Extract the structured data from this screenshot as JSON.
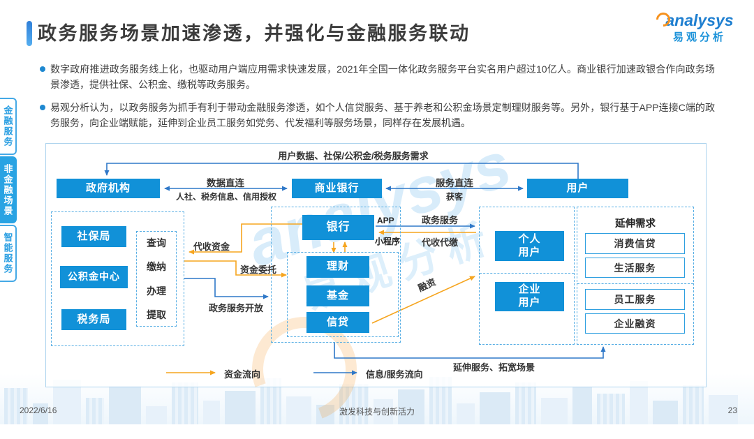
{
  "sidebar": {
    "tabs": [
      {
        "label": "金融服务",
        "active": false
      },
      {
        "label": "非金融场景",
        "active": true
      },
      {
        "label": "智能服务",
        "active": false
      }
    ]
  },
  "header": {
    "title": "政务服务场景加速渗透，并强化与金融服务联动",
    "logo_en": "analysys",
    "logo_cn": "易观分析"
  },
  "bullets": {
    "b1": "数字政府推进政务服务线上化，也驱动用户端应用需求快速发展，2021年全国一体化政务服务平台实名用户超过10亿人。商业银行加速政银合作向政务场景渗透，提供社保、公积金、缴税等政务服务。",
    "b2": "易观分析认为，以政务服务为抓手有利于带动金融服务渗透，如个人信贷服务、基于养老和公积金场景定制理财服务等。另外，银行基于APP连接C端的政务服务，向企业端赋能，延伸到企业员工服务如党务、代发福利等服务场景，同样存在发展机遇。"
  },
  "diagram": {
    "top_flow": "用户数据、社保/公积金/税务服务需求",
    "gov": "政府机构",
    "commercial_bank": "商业银行",
    "user": "用户",
    "gov_bank_link_top": "数据直连",
    "gov_bank_link_bottom": "人社、税务信息、信用授权",
    "bank_user_link_top": "服务直连",
    "bank_user_link_bottom": "获客",
    "gov_group": {
      "social_security": "社保局",
      "provident_fund": "公积金中心",
      "tax": "税务局",
      "actions": [
        "查询",
        "缴纳",
        "办理",
        "提取"
      ]
    },
    "bank_group": {
      "bank": "银行",
      "app": "APP",
      "mini_program": "小程序",
      "wealth": "理财",
      "fund": "基金",
      "credit": "信贷"
    },
    "edge_labels": {
      "collect_funds": "代收资金",
      "fund_entrust": "资金委托",
      "gov_service_open": "政务服务开放",
      "gov_service": "政务服务",
      "collect_and_pay": "代收代缴",
      "financing": "融资",
      "extend_service": "延伸服务、拓宽场景"
    },
    "user_group": {
      "personal": "个人\n用户",
      "enterprise": "企业\n用户"
    },
    "extended": {
      "title": "延伸需求",
      "items": [
        "消费信贷",
        "生活服务",
        "员工服务",
        "企业融资"
      ]
    },
    "legend": {
      "fund_flow": "资金流向",
      "info_flow": "信息/服务流向"
    },
    "colors": {
      "box_blue": "#1191d8",
      "arrow_blue": "#2f78c8",
      "arrow_orange": "#f6a51f",
      "dashed_blue": "#57aee4"
    }
  },
  "footer": {
    "date": "2022/6/16",
    "slogan": "激发科技与创新活力",
    "page": "23"
  }
}
